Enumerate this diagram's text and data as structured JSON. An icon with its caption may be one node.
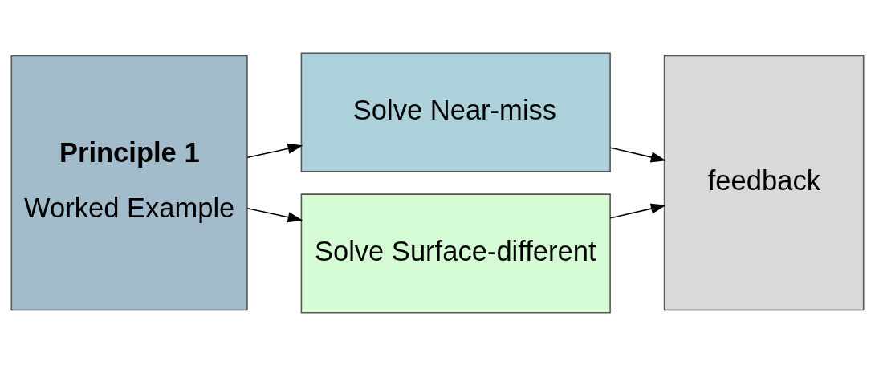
{
  "diagram": {
    "nodes": [
      {
        "text": [
          "Principle 1",
          "Worked Example"
        ]
      },
      {
        "text": [
          "Solve Near-miss"
        ]
      },
      {
        "text": [
          "Solve Surface-different"
        ]
      },
      {
        "text": [
          "feedback"
        ]
      }
    ],
    "edges": [
      {
        "from": 0,
        "to": 1,
        "arrow": "to"
      },
      {
        "from": 0,
        "to": 2,
        "arrow": "to"
      },
      {
        "from": 1,
        "to": 3,
        "arrow": "to"
      },
      {
        "from": 2,
        "to": 3,
        "arrow": "to"
      }
    ]
  }
}
